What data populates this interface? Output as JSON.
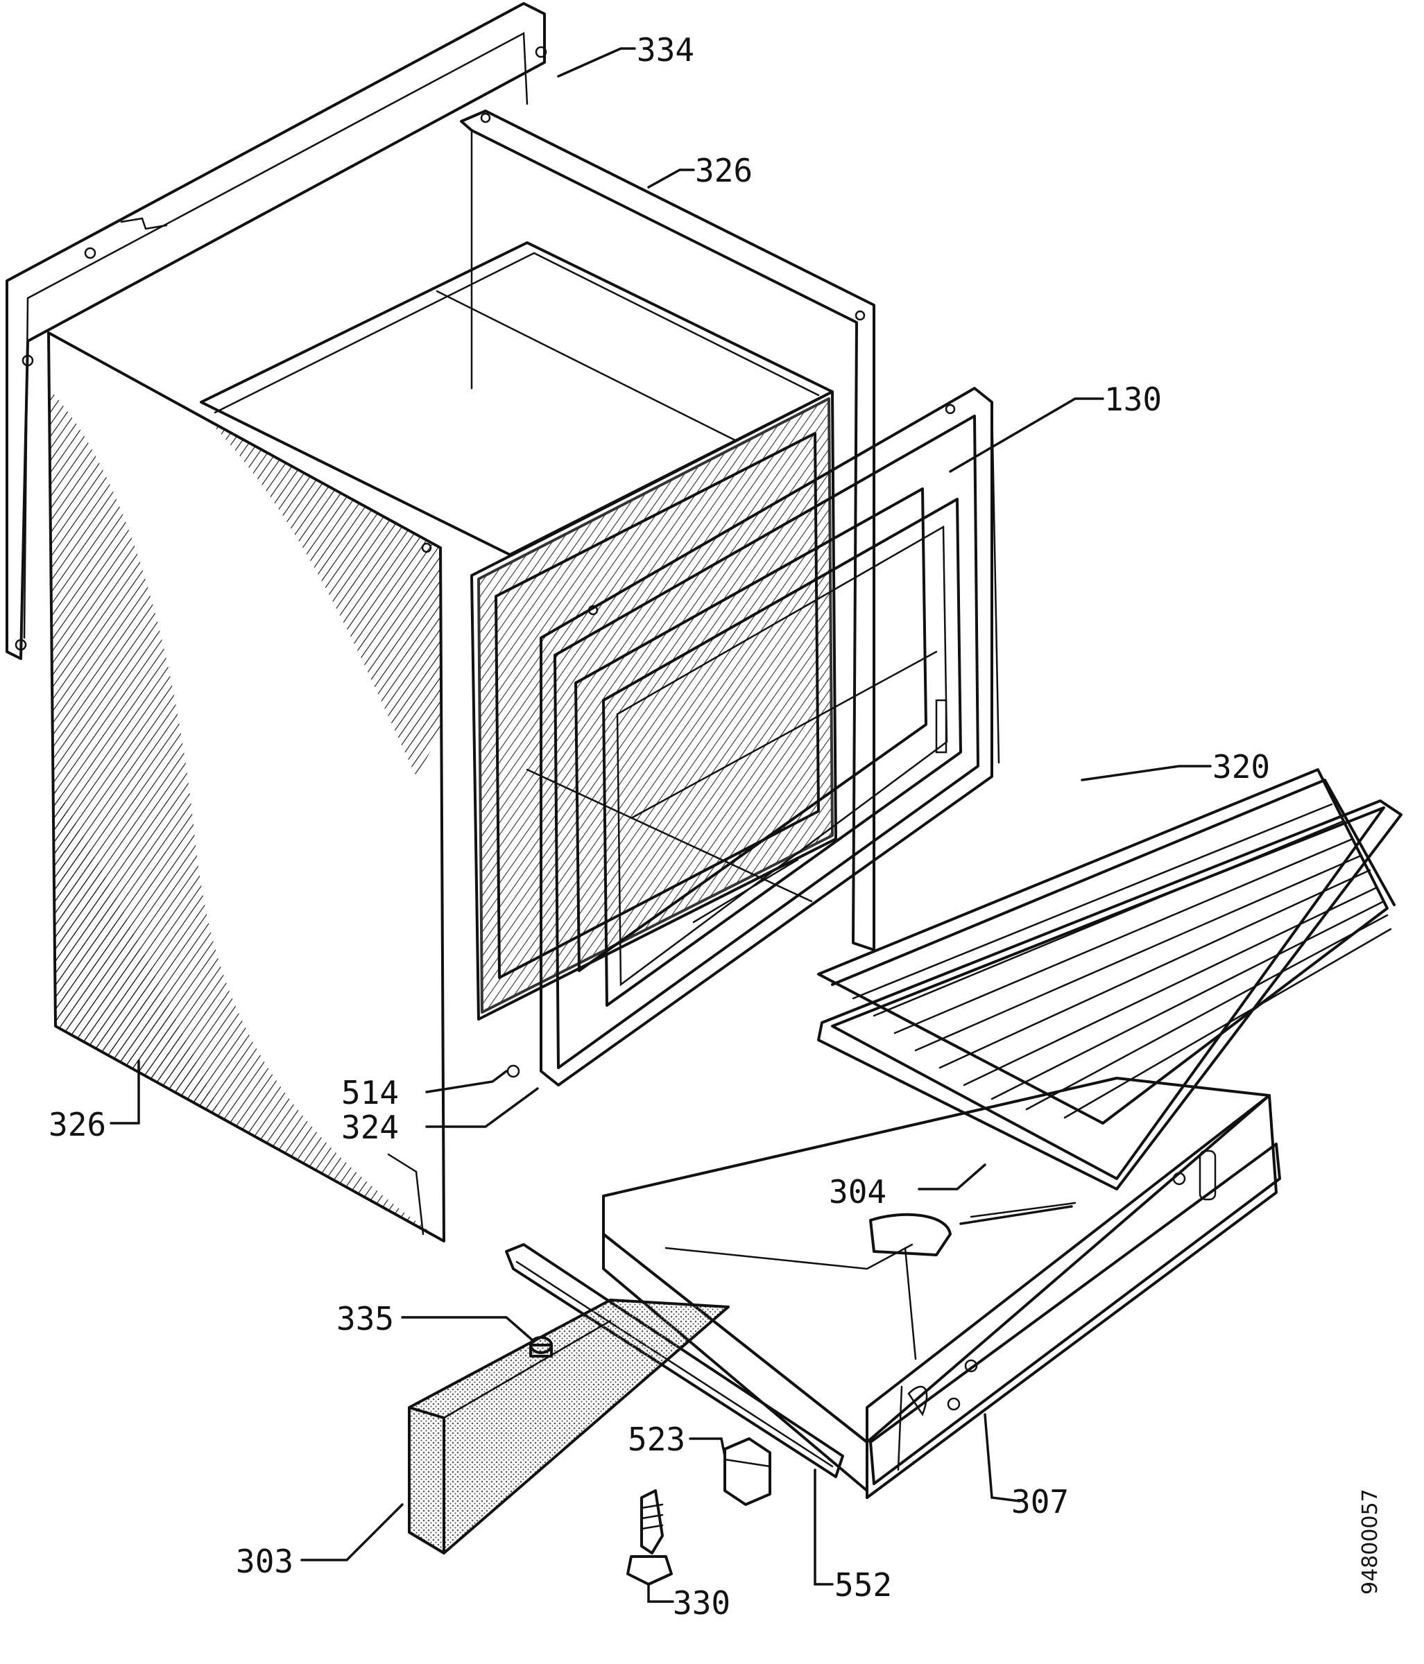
{
  "labels": {
    "l334": "334",
    "l326_top": "326",
    "l130": "130",
    "l320": "320",
    "l514": "514",
    "l324": "324",
    "l326_left": "326",
    "l304": "304",
    "l335": "335",
    "l523": "523",
    "l307": "307",
    "l303": "303",
    "l552": "552",
    "l330": "330"
  },
  "drawing_code": "94800057",
  "colors": {
    "line": "#111111",
    "paper": "#ffffff",
    "hatch": "#111111",
    "stipple": "#555555"
  }
}
